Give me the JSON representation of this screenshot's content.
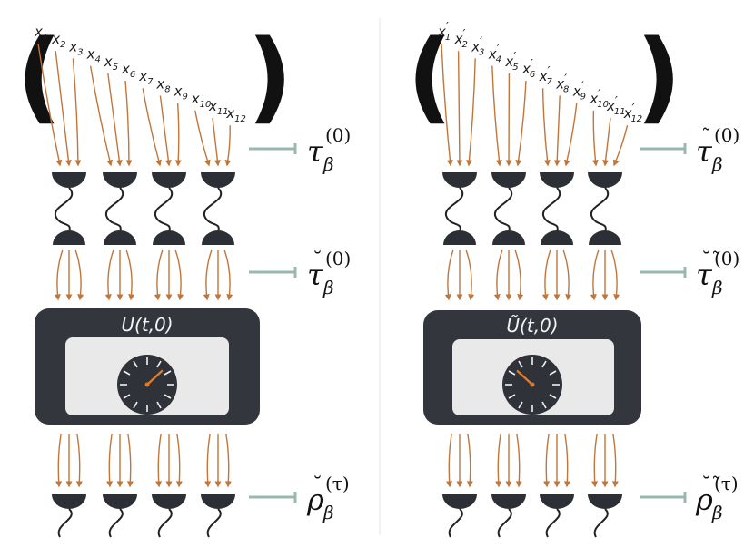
{
  "panels": [
    {
      "id": "left",
      "inputs": [
        "x",
        "1",
        "x",
        "2",
        "x",
        "3",
        "x",
        "4",
        "x",
        "5",
        "x",
        "6",
        "x",
        "7",
        "x",
        "8",
        "x",
        "9",
        "x",
        "10",
        "x",
        "11",
        "x",
        "12"
      ],
      "prime": "",
      "operator": "U(t,0)",
      "labels": [
        {
          "sym": "τ",
          "accent": "",
          "sub": "β",
          "sup": "(0)"
        },
        {
          "sym": "τ",
          "accent": "˘",
          "sub": "β",
          "sup": "(0)"
        },
        {
          "sym": "ρ",
          "accent": "˘",
          "sub": "β",
          "sup": "(τ)"
        }
      ]
    },
    {
      "id": "right",
      "inputs": [
        "x",
        "1",
        "x",
        "2",
        "x",
        "3",
        "x",
        "4",
        "x",
        "5",
        "x",
        "6",
        "x",
        "7",
        "x",
        "8",
        "x",
        "9",
        "x",
        "10",
        "x",
        "11",
        "x",
        "12"
      ],
      "prime": "′",
      "operator": "Ũ(t,0)",
      "labels": [
        {
          "sym": "τ",
          "accent": "˜",
          "sub": "β",
          "sup": "(0)"
        },
        {
          "sym": "τ",
          "accent": "˘˜",
          "sub": "β",
          "sup": "(0)"
        },
        {
          "sym": "ρ",
          "accent": "˘˜",
          "sub": "β",
          "sup": "(τ)"
        }
      ]
    }
  ],
  "colors": {
    "arrow": "#c0763a",
    "detector": "#2c2f36",
    "box": "#33363d",
    "screen": "#e9e9e9",
    "pointer": "#9ab8ad",
    "needle": "#e07a2a"
  }
}
